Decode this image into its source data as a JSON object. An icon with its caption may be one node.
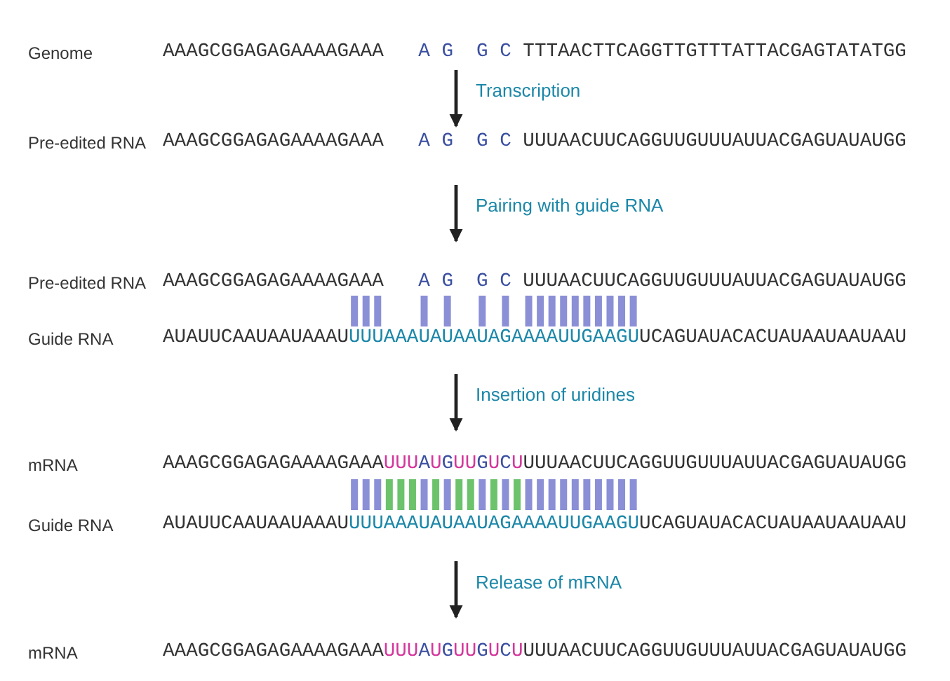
{
  "diagram": {
    "nodes": [
      {
        "text": [
          "Genome",
          "AAAGCGGAGAGAAAAGAAA",
          "A",
          "G",
          "G",
          "C",
          "TTTAACTTCAGGTTGTTTATTACGAGTATATGG"
        ]
      },
      {
        "text": [
          "Pre-edited RNA",
          "AAAGCGGAGAGAAAAGAAA",
          "A",
          "G",
          "G",
          "C",
          "UUUAACUUCAGGUUGUUUAUUACGAGUAUAUGG"
        ]
      },
      {
        "text": [
          "Pre-edited RNA",
          "AAAGCGGAGAGAAAAGAAA",
          "A",
          "G",
          "G",
          "C",
          "UUUAACUUCAGGUUGUUUAUUACGAGUAUAUGG"
        ]
      },
      {
        "text": [
          "Guide RNA",
          "AUAUUCAAUAAUAAAUUUUAAAUAUAAUAGAAAAUUGAAGUUCAGUAUACACUAUAAUAAUAAU"
        ]
      },
      {
        "text": [
          "mRNA",
          "AAAGCGGAGAGAAAAGAAAUUUAUGUUGUCUUUUAACUUCAGGUUGUUUAUUACGAGUAUAUGG"
        ]
      },
      {
        "text": [
          "Guide RNA",
          "AUAUUCAAUAAUAAAUUUUAAAUAUAAUAGAAAAUUGAAGUUCAGUAUACACUAUAAUAAUAAU"
        ]
      },
      {
        "text": [
          "mRNA",
          "AAAGCGGAGAGAAAAGAAAUUUAUGUUGUCUUUUAACUUCAGGUUGUUUAUUACGAGUAUAUGG"
        ]
      }
    ],
    "edges": [
      {
        "from": 0,
        "to": 1,
        "arrow": "to",
        "label": "Transcription"
      },
      {
        "from": 1,
        "to": 2,
        "arrow": "to",
        "label": "Pairing with guide RNA"
      },
      {
        "from": 3,
        "to": 4,
        "arrow": "to",
        "label": "Insertion of uridines"
      },
      {
        "from": 5,
        "to": 6,
        "arrow": "to",
        "label": "Release of mRNA"
      }
    ]
  }
}
